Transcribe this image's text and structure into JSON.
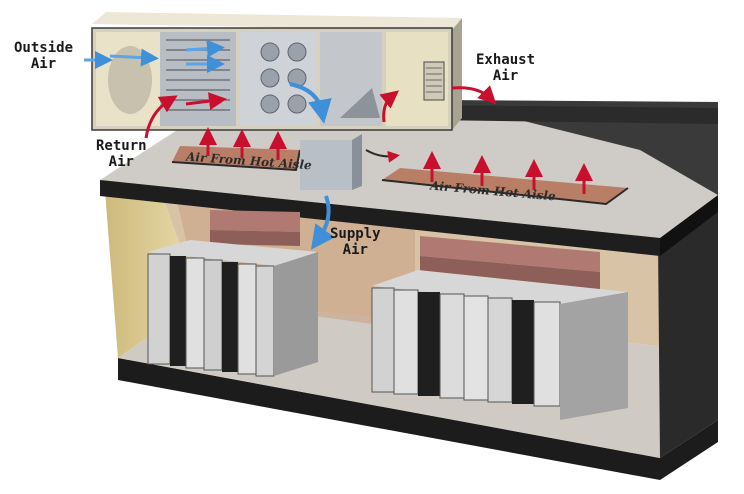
{
  "labels": {
    "outside_air": [
      "Outside",
      "Air"
    ],
    "exhaust_air": [
      "Exhaust",
      "Air"
    ],
    "return_air": [
      "Return",
      "Air"
    ],
    "supply_air": [
      "Supply",
      "Air"
    ],
    "hot_aisle_left": "Air From Hot Aisle",
    "hot_aisle_right": "Air From Hot Aisle"
  },
  "colors": {
    "supply_arrow": "#3f8fd9",
    "return_arrow": "#c8102e",
    "outside_arrow": "#5aa5e8",
    "ahu_body": "#d9d4c3",
    "room_floor": "#c9c4bd",
    "hot_aisle_top": "#b87f66"
  }
}
